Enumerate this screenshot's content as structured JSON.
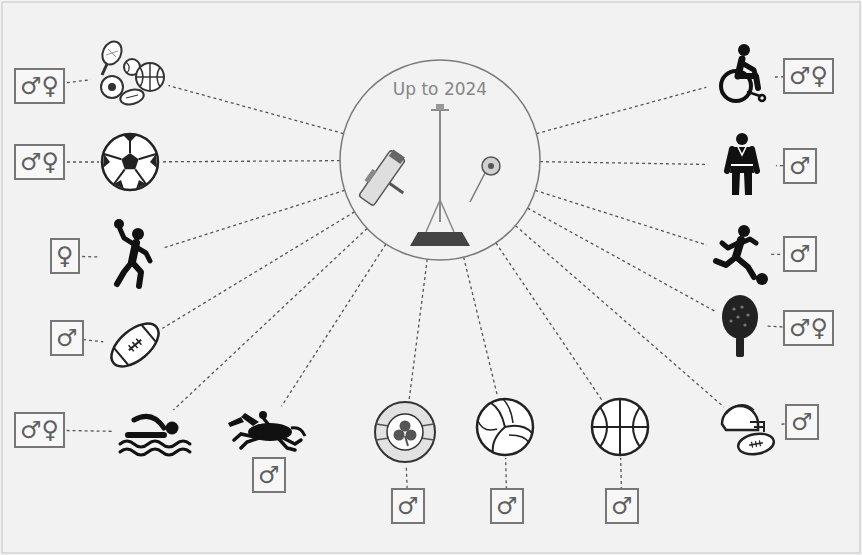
{
  "diagram": {
    "nodes": [
      {
        "text": [
          "Up to 2024"
        ]
      },
      {
        "text": [
          "♂♀"
        ]
      },
      {
        "text": [
          "♂♀"
        ]
      },
      {
        "text": [
          "♀"
        ]
      },
      {
        "text": [
          "♂"
        ]
      },
      {
        "text": [
          "♂♀"
        ]
      },
      {
        "text": [
          "♂♀"
        ]
      },
      {
        "text": [
          "♂"
        ]
      },
      {
        "text": [
          "♂"
        ]
      },
      {
        "text": [
          "♂♀"
        ]
      },
      {
        "text": [
          "♂"
        ]
      },
      {
        "text": [
          "♂"
        ]
      },
      {
        "text": [
          "♂"
        ]
      },
      {
        "text": [
          "♂"
        ]
      },
      {
        "text": [
          "♂"
        ]
      }
    ],
    "edges": [
      {
        "from": 0,
        "to": 1,
        "arrow": "none"
      },
      {
        "from": 0,
        "to": 2,
        "arrow": "none"
      },
      {
        "from": 0,
        "to": 3,
        "arrow": "none"
      },
      {
        "from": 0,
        "to": 4,
        "arrow": "none"
      },
      {
        "from": 0,
        "to": 5,
        "arrow": "none"
      },
      {
        "from": 0,
        "to": 6,
        "arrow": "none"
      },
      {
        "from": 0,
        "to": 7,
        "arrow": "none"
      },
      {
        "from": 0,
        "to": 8,
        "arrow": "none"
      },
      {
        "from": 0,
        "to": 9,
        "arrow": "none"
      },
      {
        "from": 0,
        "to": 10,
        "arrow": "none"
      },
      {
        "from": 0,
        "to": 11,
        "arrow": "none"
      },
      {
        "from": 0,
        "to": 12,
        "arrow": "none"
      },
      {
        "from": 0,
        "to": 13,
        "arrow": "none"
      },
      {
        "from": 0,
        "to": 14,
        "arrow": "none"
      }
    ]
  }
}
